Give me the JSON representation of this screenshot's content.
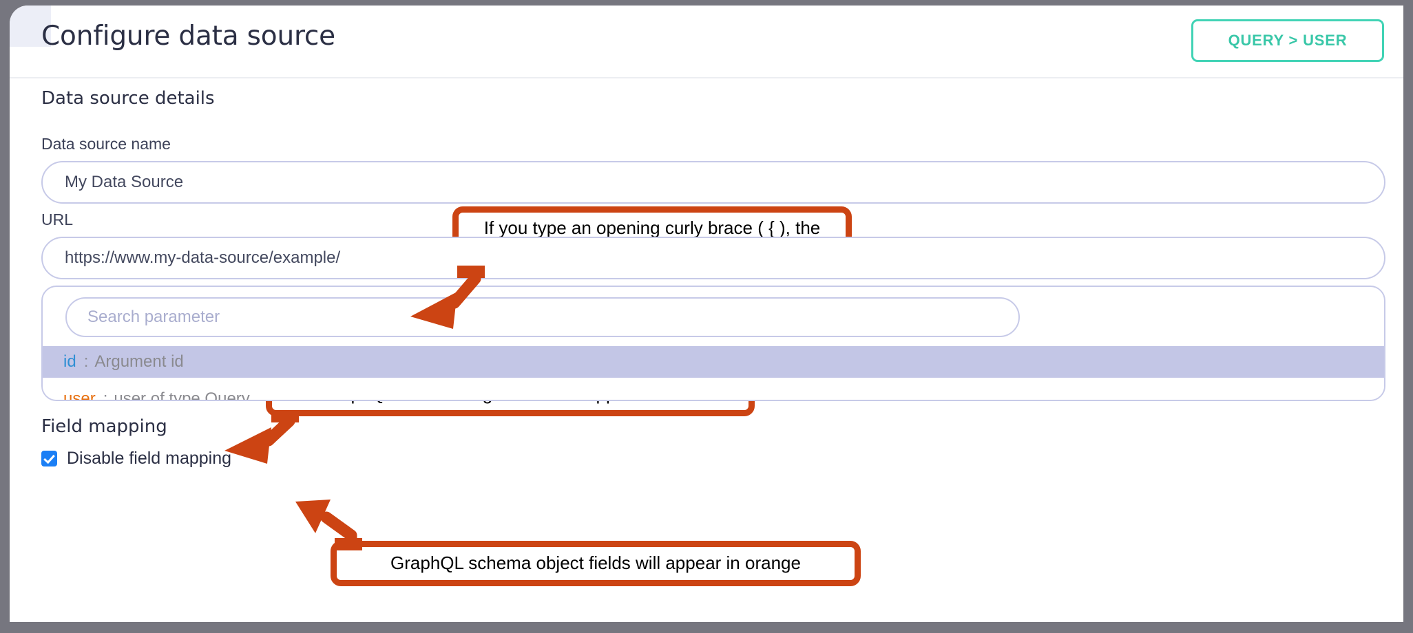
{
  "header": {
    "title": "Configure data source",
    "action_button_label": "QUERY > USER"
  },
  "body": {
    "section_data_source_details": "Data source details",
    "section_field_mapping": "Field mapping",
    "fields": {
      "data_source_name_label": "Data source name",
      "data_source_name_value": "My Data Source",
      "url_label": "URL",
      "url_value": "https://www.my-data-source/example/"
    },
    "parameter_dropdown": {
      "search_placeholder": "Search parameter",
      "items": [
        {
          "key": "id",
          "colon": ":",
          "description": "Argument id",
          "kind": "argument",
          "selected": true
        },
        {
          "key": "user",
          "colon": ":",
          "description": "user of type Query",
          "kind": "object-field",
          "selected": false
        }
      ]
    },
    "field_mapping": {
      "disable_checkbox_label": "Disable field mapping",
      "disable_checkbox_checked": "true"
    }
  },
  "annotations": [
    {
      "id": "callout-curly-brace",
      "text": "If you type an opening curly brace ( { ), the parameter dropdown will appear"
    },
    {
      "id": "callout-arguments-blue",
      "text": "GraphQL schema arguments will appear in blue"
    },
    {
      "id": "callout-fields-orange",
      "text": "GraphQL schema object fields will appear in orange"
    }
  ],
  "colors": {
    "accent_teal": "#41d3b5",
    "annotation_orange": "#cc4413",
    "argument_blue": "#2f8fd4",
    "object_field_orange": "#e8700f",
    "row_highlight": "#c3c6e6",
    "input_border": "#c7cae8",
    "checkbox_blue": "#1b7ff5",
    "frame_gray": "#76767f",
    "title_navy": "#2b2f44"
  }
}
